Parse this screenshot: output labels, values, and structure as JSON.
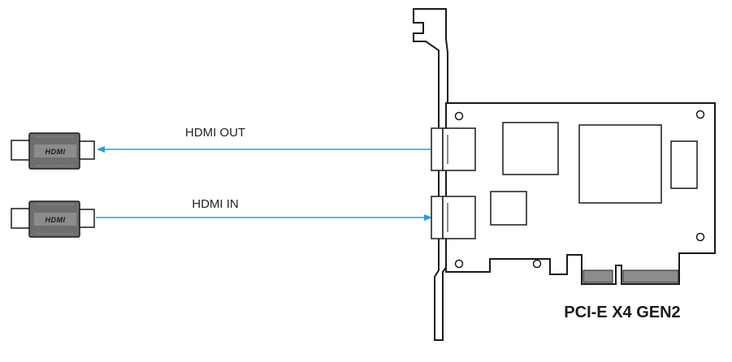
{
  "diagram": {
    "connections": [
      {
        "label": "HDMI OUT",
        "direction": "out"
      },
      {
        "label": "HDMI IN",
        "direction": "in"
      }
    ],
    "connector_logo_text": "HDMI",
    "card_label": "PCI-E X4 GEN2",
    "colors": {
      "arrow": "#1ea0e6",
      "outline": "#1a1a1a",
      "connector_body": "#6e6e6e",
      "contacts": "#8c8c8c"
    }
  }
}
